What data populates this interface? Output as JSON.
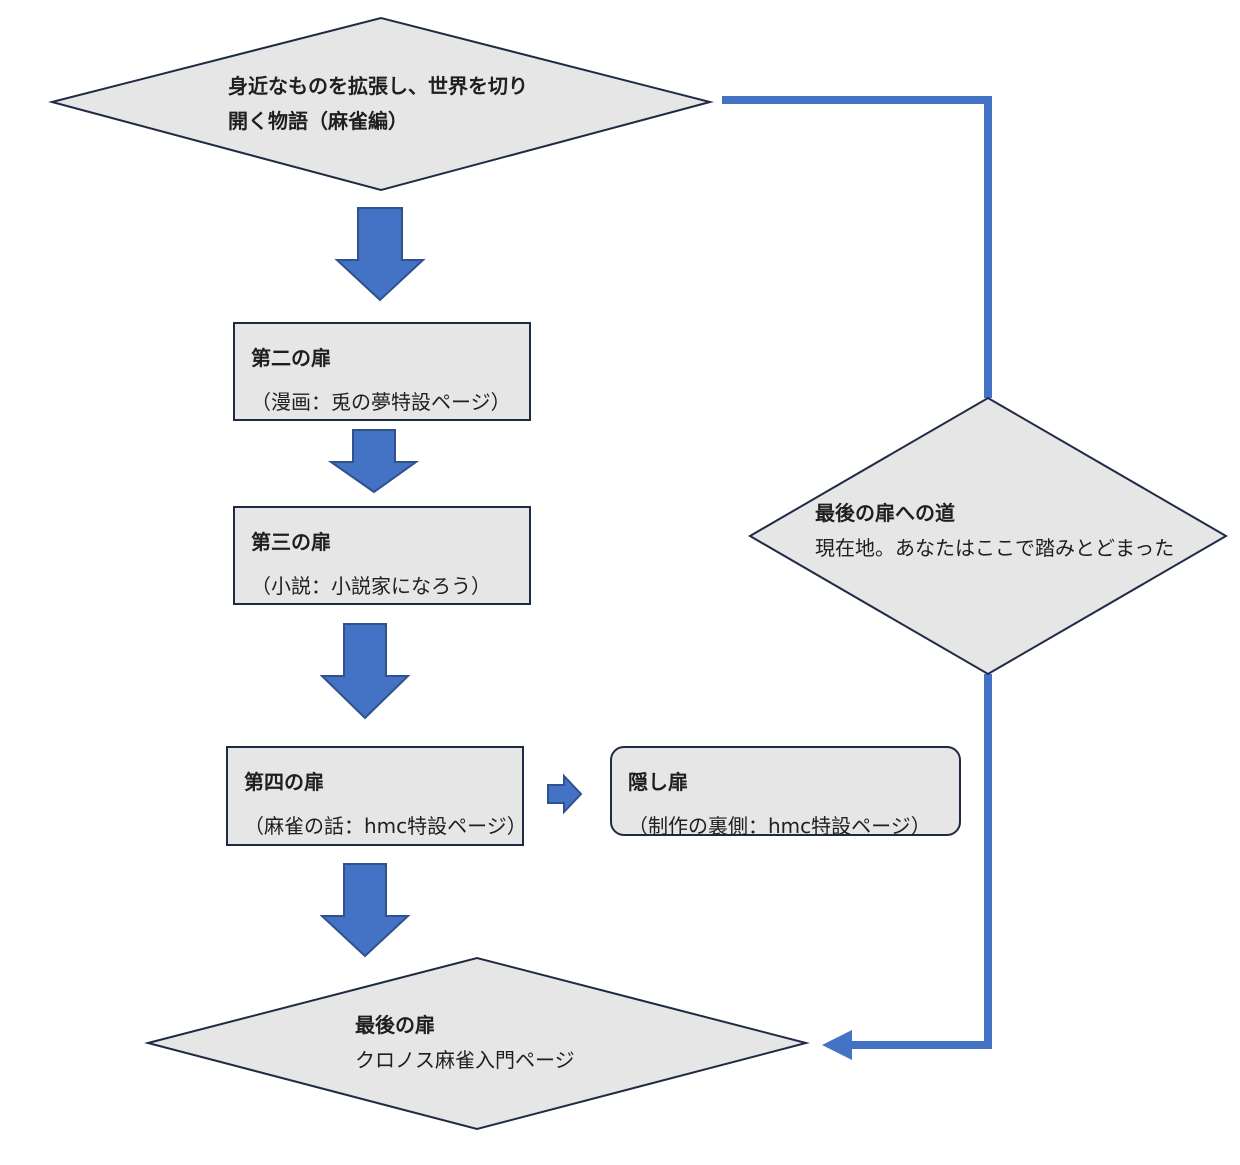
{
  "nodes": {
    "start": {
      "line1": "身近なものを拡張し、世界を切り",
      "line2": "開く物語（麻雀編）"
    },
    "door2": {
      "title": "第二の扉",
      "subtitle": "（漫画：兎の夢特設ページ）"
    },
    "door3": {
      "title": "第三の扉",
      "subtitle": "（小説：小説家になろう）"
    },
    "door4": {
      "title": "第四の扉",
      "subtitle": "（麻雀の話：hmc特設ページ）"
    },
    "hidden": {
      "title": "隠し扉",
      "subtitle": "（制作の裏側：hmc特設ページ）"
    },
    "path": {
      "title": "最後の扉への道",
      "subtitle": "現在地。あなたはここで踏みとどまった"
    },
    "final": {
      "title": "最後の扉",
      "subtitle": "クロノス麻雀入門ページ"
    }
  },
  "colors": {
    "node_fill": "#e6e6e6",
    "node_stroke": "#1f2a44",
    "arrow_fill": "#4472c4",
    "arrow_stroke": "#2f528f",
    "connector": "#4472c4"
  }
}
